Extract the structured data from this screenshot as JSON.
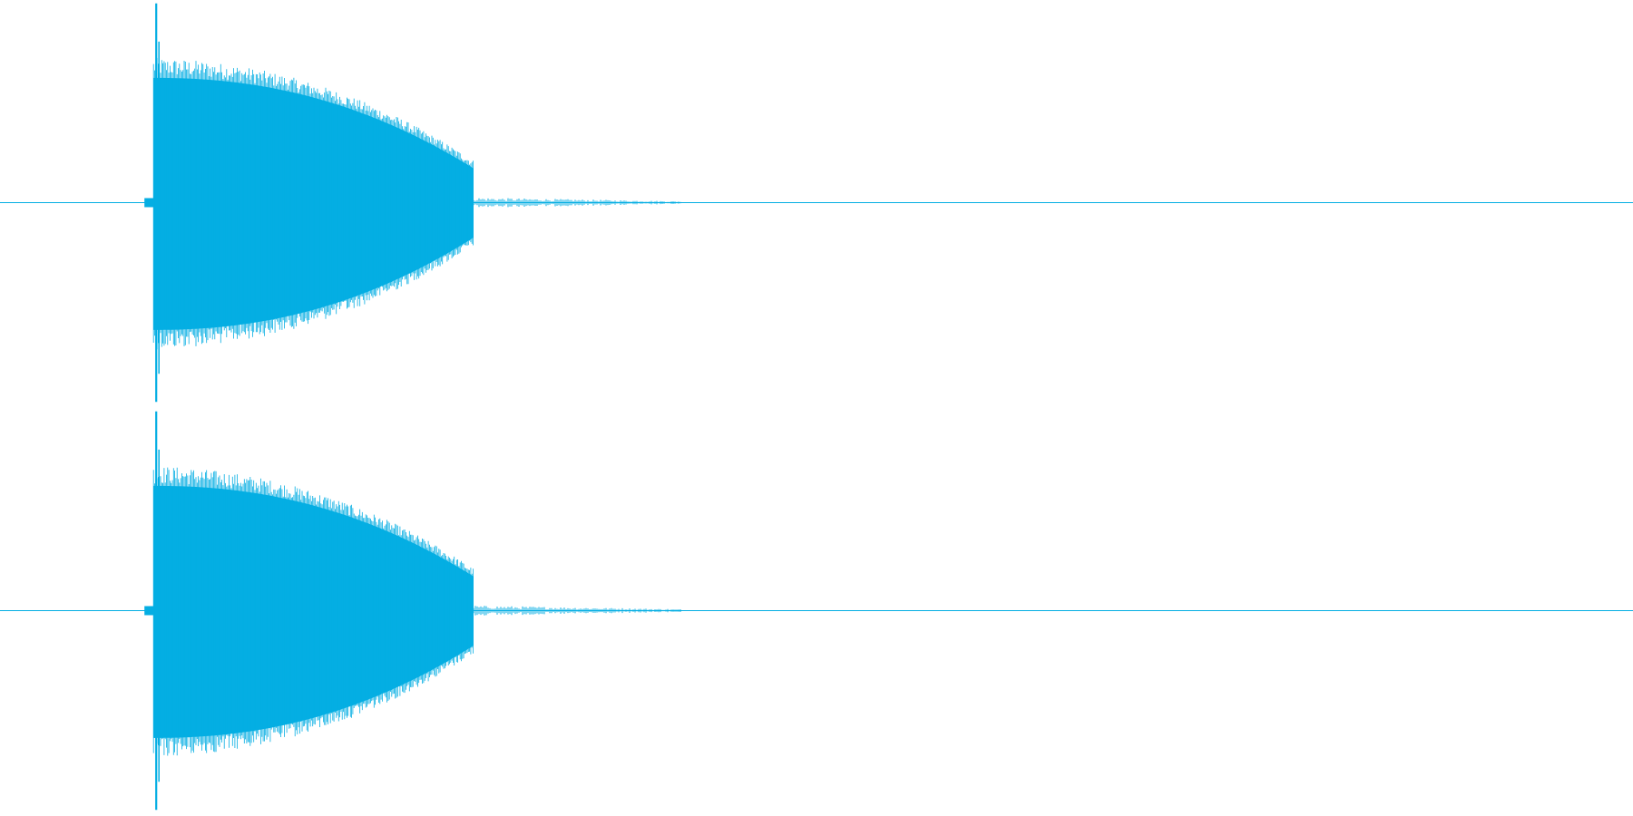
{
  "waveform": {
    "color": "#04aee3",
    "background": "#ffffff",
    "channel_count": 2,
    "channels": [
      {
        "name": "",
        "peak_amplitude": 0.99,
        "sustain_start_amplitude": 0.62,
        "decay_end_amplitude": 0.17,
        "tail_amplitude": 0.012
      },
      {
        "name": "",
        "peak_amplitude": 0.99,
        "sustain_start_amplitude": 0.62,
        "decay_end_amplitude": 0.17,
        "tail_amplitude": 0.012
      }
    ],
    "envelope": {
      "onset_fraction": 0.094,
      "decay_end_fraction": 0.29,
      "tail_end_fraction": 0.417
    }
  }
}
